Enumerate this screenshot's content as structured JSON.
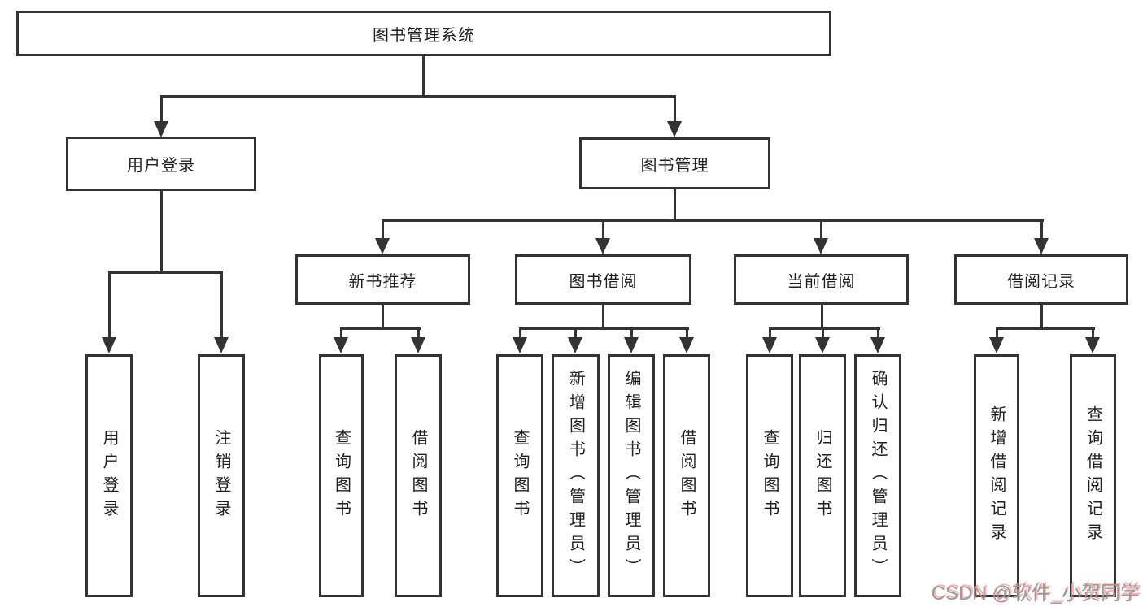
{
  "nodes": {
    "root": "图书管理系统",
    "user_login": "用户登录",
    "book_mgmt": "图书管理",
    "new_book_rec": "新书推荐",
    "book_borrow": "图书借阅",
    "current_borrow": "当前借阅",
    "borrow_record": "借阅记录",
    "leaf_user_login": "用户登录",
    "leaf_logout": "注销登录",
    "leaf_nb_query": "查询图书",
    "leaf_nb_borrow": "借阅图书",
    "leaf_bb_query": "查询图书",
    "leaf_bb_add": "新增图书（管理员）",
    "leaf_bb_edit": "编辑图书（管理员）",
    "leaf_bb_borrow": "借阅图书",
    "leaf_cb_query": "查询图书",
    "leaf_cb_return": "归还图书",
    "leaf_cb_confirm": "确认归还（管理员）",
    "leaf_br_add": "新增借阅记录",
    "leaf_br_query": "查询借阅记录"
  },
  "watermark": "CSDN @软件_小贺同学",
  "colors": {
    "line": "#333333",
    "text": "#1f1f1f",
    "box_fill": "#ffffff",
    "watermark": "#9b9b9b"
  }
}
